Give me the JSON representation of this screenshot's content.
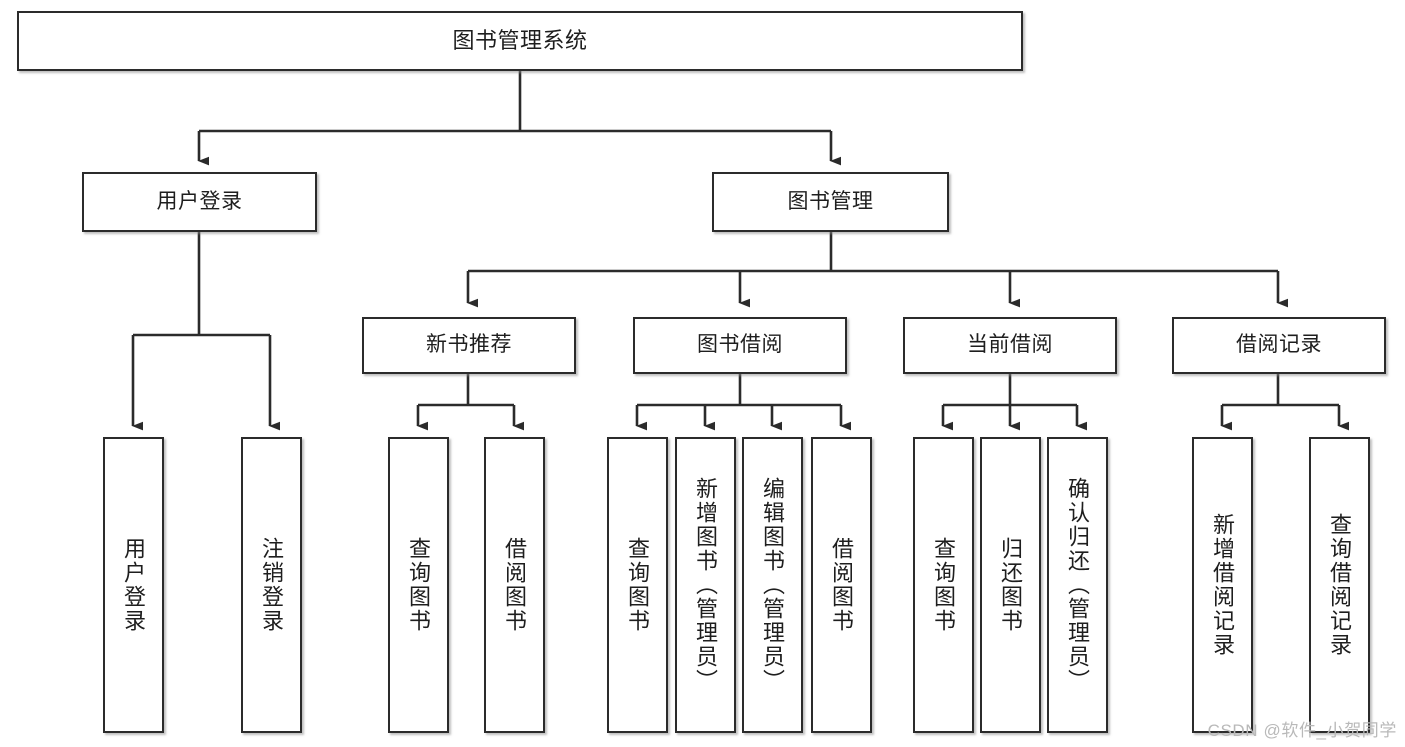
{
  "diagram": {
    "title": "图书管理系统",
    "type": "tree-structure-chart",
    "watermark": "CSDN @软件_小贺同学",
    "line_color": "#2b2b2b",
    "box_fill": "#ffffff",
    "text_color": "#1e1e1e"
  },
  "nodes": {
    "root": {
      "label": "图书管理系统"
    },
    "level2": [
      {
        "label": "用户登录"
      },
      {
        "label": "图书管理"
      }
    ],
    "level3": [
      {
        "label": "新书推荐"
      },
      {
        "label": "图书借阅"
      },
      {
        "label": "当前借阅"
      },
      {
        "label": "借阅记录"
      }
    ],
    "leaves": {
      "user_login": [
        {
          "label": "用户登录"
        },
        {
          "label": "注销登录"
        }
      ],
      "new_book": [
        {
          "label": "查询图书"
        },
        {
          "label": "借阅图书"
        }
      ],
      "borrow_book": [
        {
          "label": "查询图书"
        },
        {
          "label": "新增图书（管理员）"
        },
        {
          "label": "编辑图书（管理员）"
        },
        {
          "label": "借阅图书"
        }
      ],
      "current_borrow": [
        {
          "label": "查询图书"
        },
        {
          "label": "归还图书"
        },
        {
          "label": "确认归还（管理员）"
        }
      ],
      "borrow_record": [
        {
          "label": "新增借阅记录"
        },
        {
          "label": "查询借阅记录"
        }
      ]
    }
  }
}
